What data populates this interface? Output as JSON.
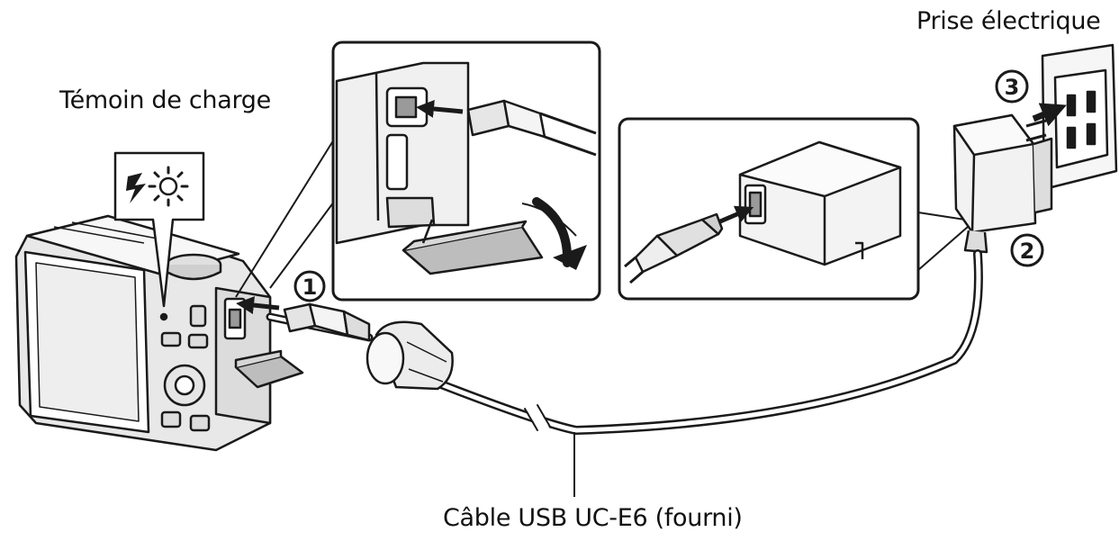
{
  "labels": {
    "charge_lamp": "Témoin de charge",
    "power_outlet": "Prise électrique",
    "usb_cable": "Câble USB UC-E6 (fourni)"
  },
  "steps": [
    "1",
    "2",
    "3"
  ],
  "icons": [
    "camera-icon",
    "charge-lamp-icon",
    "ac-adapter-icon",
    "wall-outlet-icon",
    "usb-plug-icon",
    "ferrite-core-icon",
    "arrow-icon"
  ],
  "colors": {
    "line": "#1a1a1a",
    "fill_light": "#f2f2f2",
    "fill_mid": "#d9d9d9",
    "fill_dark": "#9a9a9a"
  }
}
